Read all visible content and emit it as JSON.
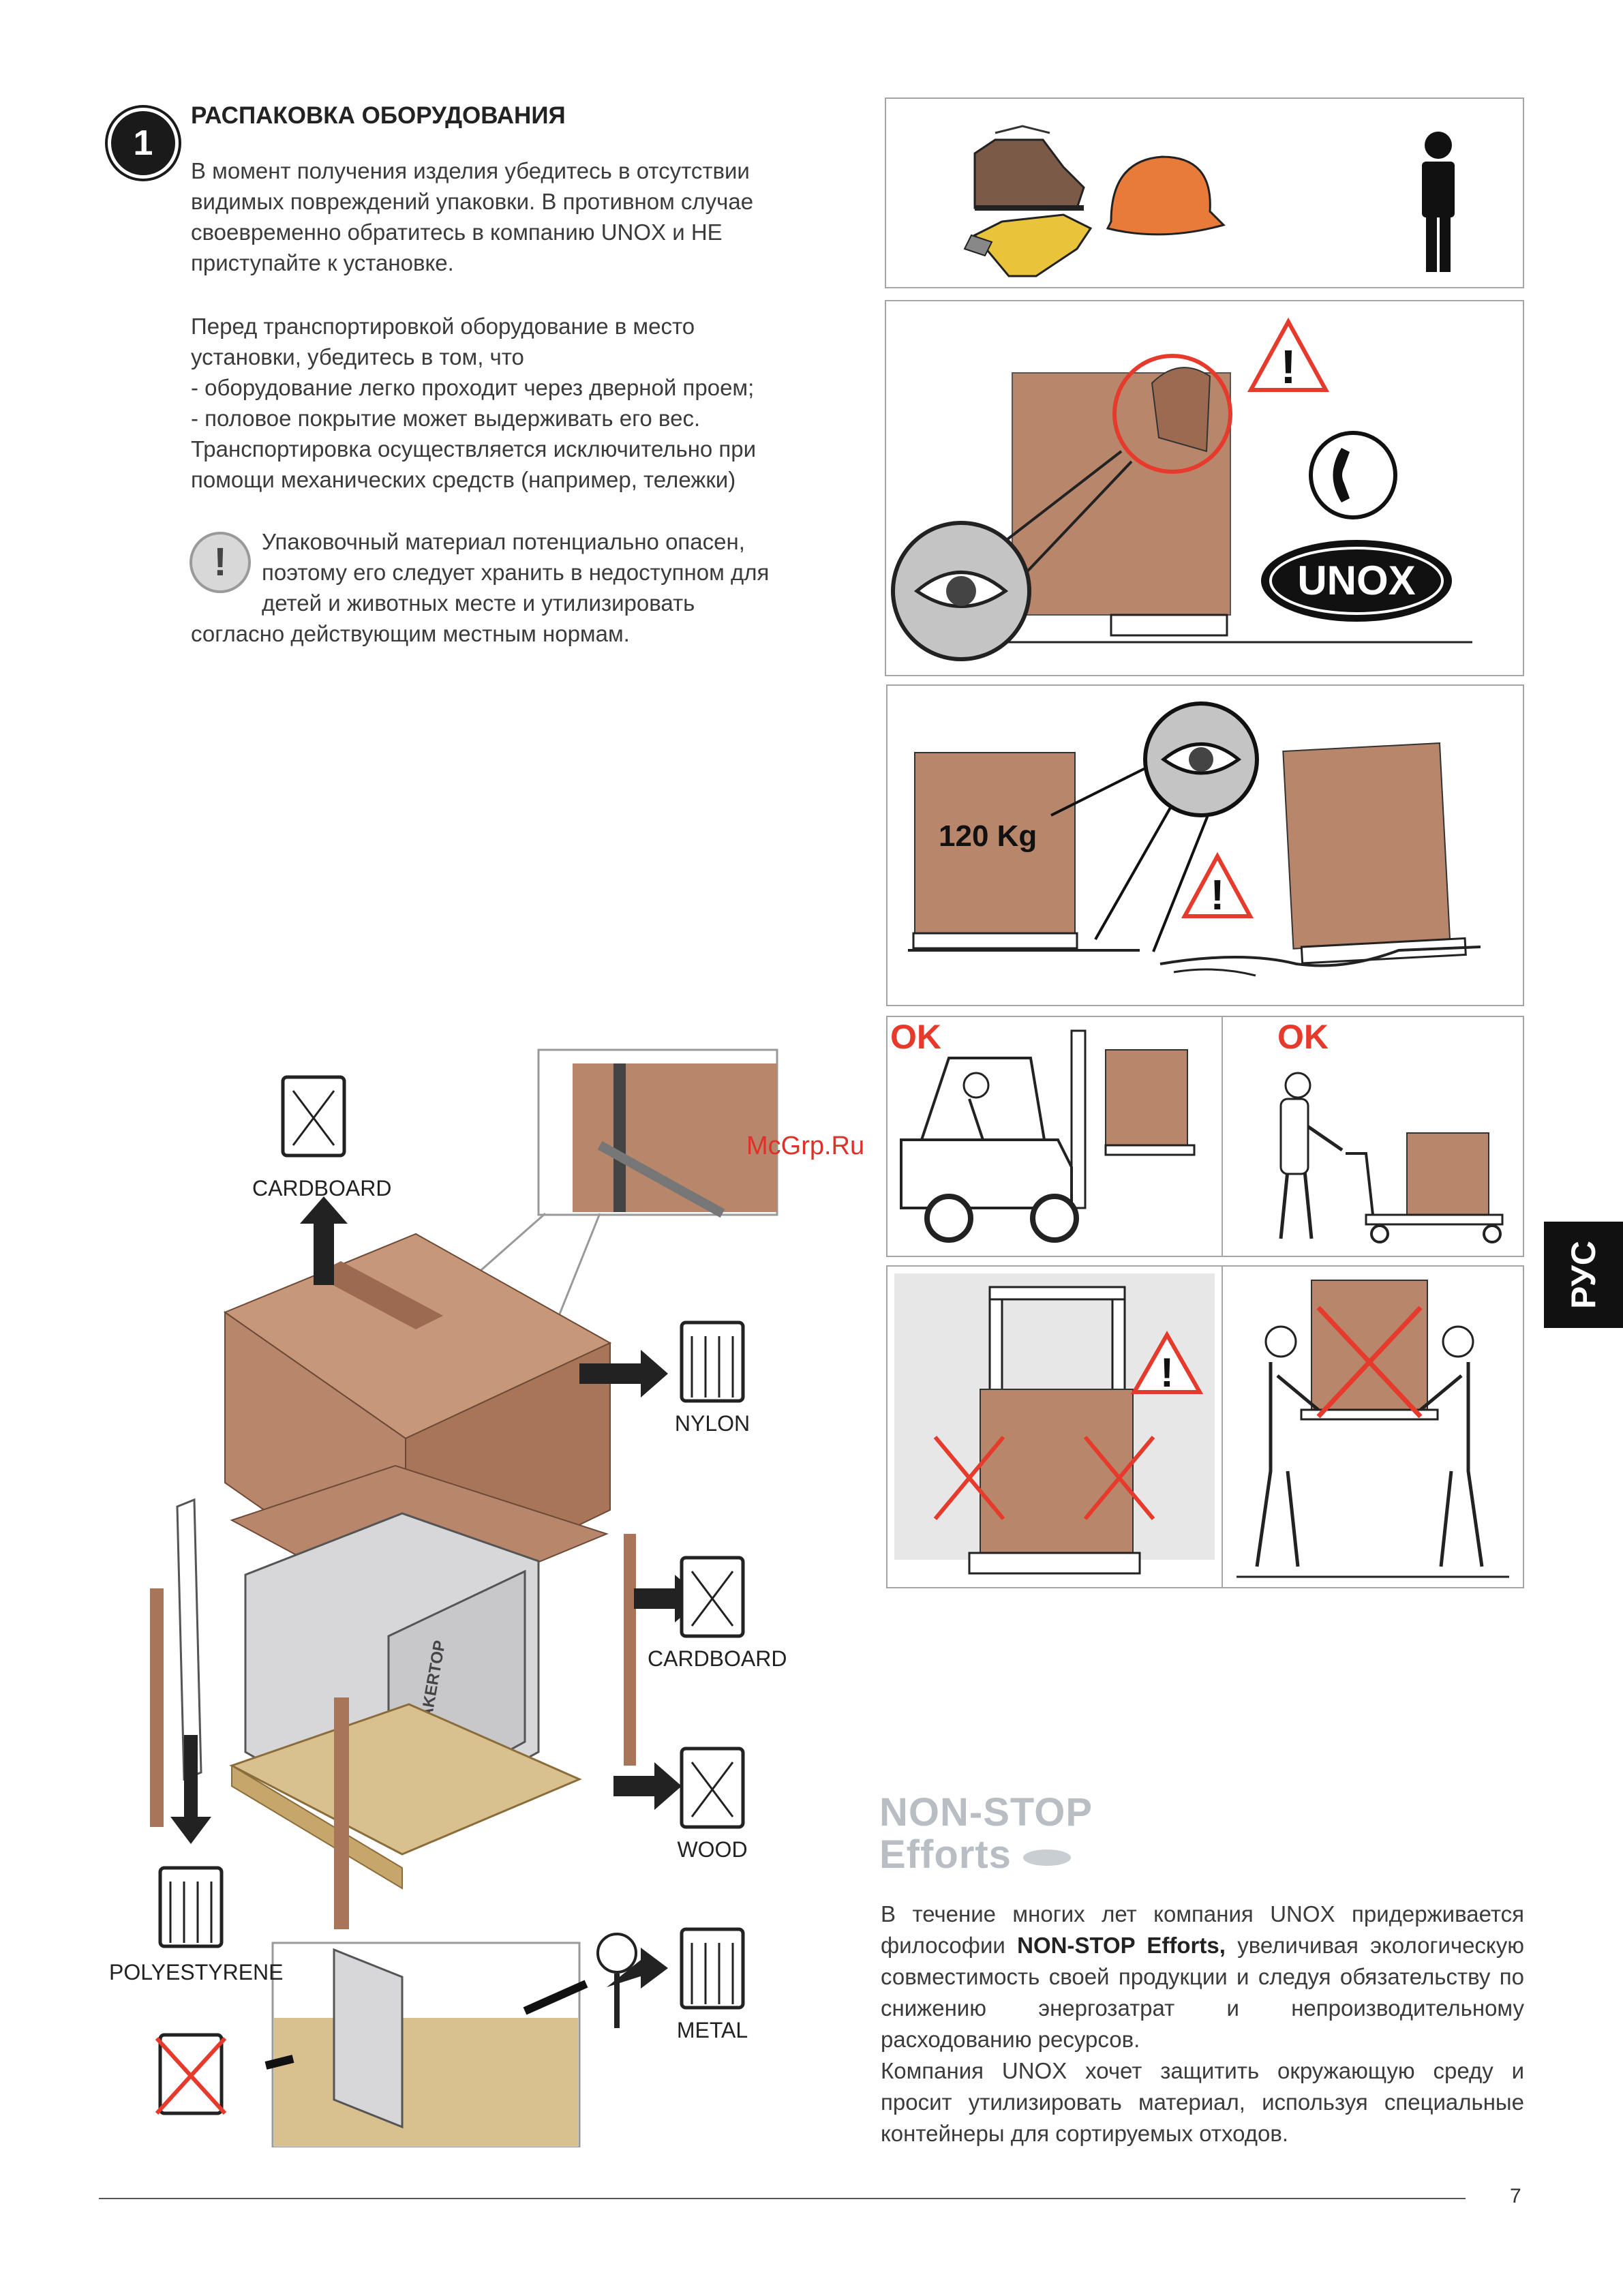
{
  "step": {
    "number": "1",
    "title": "РАСПАКОВКА ОБОРУДОВАНИЯ"
  },
  "paragraphs": {
    "p1": [
      "В момент получения изделия убедитесь в отсутствии",
      "видимых повреждений упаковки. В противном случае",
      "своевременно обратитесь в компанию UNOX и НЕ",
      "приступайте к установке."
    ],
    "p2": [
      "Перед транспортировкой оборудование в место",
      "установки, убедитесь в том, что",
      "- оборудование легко проходит через дверной проем;",
      "- половое покрытие может выдерживать его вес.",
      "Транспортировка осуществляется исключительно при",
      "помощи механических средств (например, тележки)"
    ],
    "warning": [
      "Упаковочный материал потенциально опасен,",
      "поэтому его следует хранить в недоступном для",
      "детей и животных месте и утилизировать",
      "согласно действующим местным нормам."
    ]
  },
  "warning_icon": "exclamation-icon",
  "panels": {
    "weight_label": "120 Kg",
    "ok_left": "OK",
    "ok_right": "OK",
    "unox_logo": "UNOX"
  },
  "recycling": {
    "cardboard_top": "CARDBOARD",
    "nylon": "NYLON",
    "cardboard_right": "CARDBOARD",
    "wood": "WOOD",
    "polystyrene": "POLYESTYRENE",
    "metal": "METAL"
  },
  "oven_brand": "BAKERTOP",
  "watermark": "McGrp.Ru",
  "side_tab": "РУС",
  "nonstop": {
    "line1": "NON-STOP",
    "line2": "Efforts"
  },
  "eco": {
    "part1": "В течение многих лет компания UNOX придерживается философии ",
    "bold1": "NON-STOP Efforts,",
    "part2": " увеличивая экологическую совместимость своей продукции и следуя обязательству по снижению энергозатрат и непроизводительному расходованию ресурсов.",
    "part3": "Компания UNOX хочет защитить окружающую среду и просит утилизировать материал, используя специальные контейнеры для сортируемых отходов."
  },
  "page_number": "7",
  "colors": {
    "box": "#b8866a",
    "box_dark": "#8d6149",
    "red": "#e53a2c",
    "wood": "#d9c08f"
  }
}
